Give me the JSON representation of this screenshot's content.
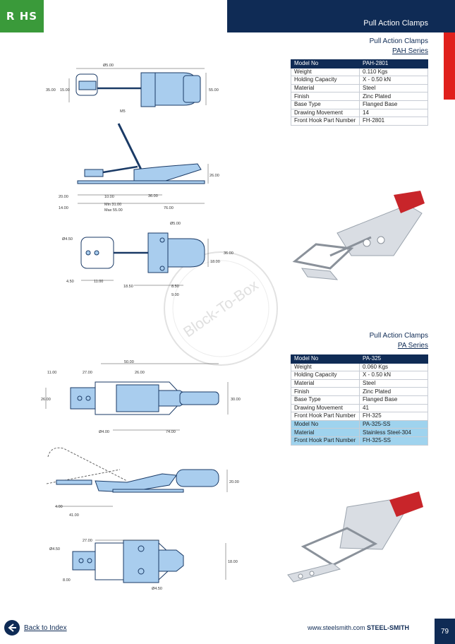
{
  "header": {
    "rohs_label": "R HS",
    "title": "Pull Action Clamps"
  },
  "pah": {
    "heading": "Pull Action Clamps",
    "series": "PAH Series",
    "rows": [
      {
        "k": "Model No",
        "v": "PAH-2801"
      },
      {
        "k": "Weight",
        "v": "0.110 Kgs"
      },
      {
        "k": "Holding Capacity",
        "v": "X - 0.50 kN"
      },
      {
        "k": "Material",
        "v": "Steel"
      },
      {
        "k": "Finish",
        "v": "Zinc Plated"
      },
      {
        "k": "Base Type",
        "v": "Flanged Base"
      },
      {
        "k": "Drawing Movement",
        "v": "14"
      },
      {
        "k": "Front Hook Part Number",
        "v": "FH-2801"
      }
    ],
    "dims": {
      "d1": "Ø5.00",
      "d2": "35.00",
      "d3": "15.00",
      "d4": "55.00",
      "d5": "M5",
      "s1": "26.00",
      "s2": "20.00",
      "s3": "10.00",
      "s4": "36.00",
      "s5": "14.00",
      "s6": "Min 31.00",
      "s7": "Max 55.00",
      "s8": "76.00",
      "b1": "Ø5.00",
      "b2": "Ø4.50",
      "b3": "36.00",
      "b4": "18.00",
      "b5": "4.50",
      "b6": "11.00",
      "b7": "18.50",
      "b8": "8.50",
      "b9": "9.00"
    }
  },
  "pa": {
    "heading": "Pull Action Clamps",
    "series": "PA Series",
    "rows": [
      {
        "k": "Model No",
        "v": "PA-325",
        "style": "head"
      },
      {
        "k": "Weight",
        "v": "0.060 Kgs"
      },
      {
        "k": "Holding Capacity",
        "v": "X - 0.50 kN"
      },
      {
        "k": "Material",
        "v": "Steel"
      },
      {
        "k": "Finish",
        "v": "Zinc Plated"
      },
      {
        "k": "Base Type",
        "v": "Flanged Base"
      },
      {
        "k": "Drawing Movement",
        "v": "41"
      },
      {
        "k": "Front Hook Part Number",
        "v": "FH-325"
      },
      {
        "k": "Model No",
        "v": "PA-325-SS",
        "style": "hl"
      },
      {
        "k": "Material",
        "v": "Stainless Steel-304",
        "style": "hl"
      },
      {
        "k": "Front Hook Part Number",
        "v": "FH-325-SS",
        "style": "hl"
      }
    ],
    "dims": {
      "t1": "50.00",
      "t2": "11.00",
      "t3": "27.00",
      "t4": "26.00",
      "t5": "26.00",
      "t6": "30.00",
      "t7": "Ø4.00",
      "t8": "74.00",
      "m1": "20.00",
      "m2": "4.00",
      "m3": "41.00",
      "n1": "27.00",
      "n2": "Ø4.50",
      "n3": "18.00",
      "n4": "8.00",
      "n5": "Ø4.50"
    }
  },
  "watermark": "Block-To-Box",
  "footer": {
    "back": "Back to Index",
    "url": "www.steelsmith.com",
    "brand": "STEEL-SMITH",
    "page": "79"
  },
  "colors": {
    "navy": "#0f2b55",
    "green": "#3a9a3a",
    "red": "#e0201c",
    "highlight": "#9fd3ee",
    "part_blue": "#a9cdee"
  }
}
